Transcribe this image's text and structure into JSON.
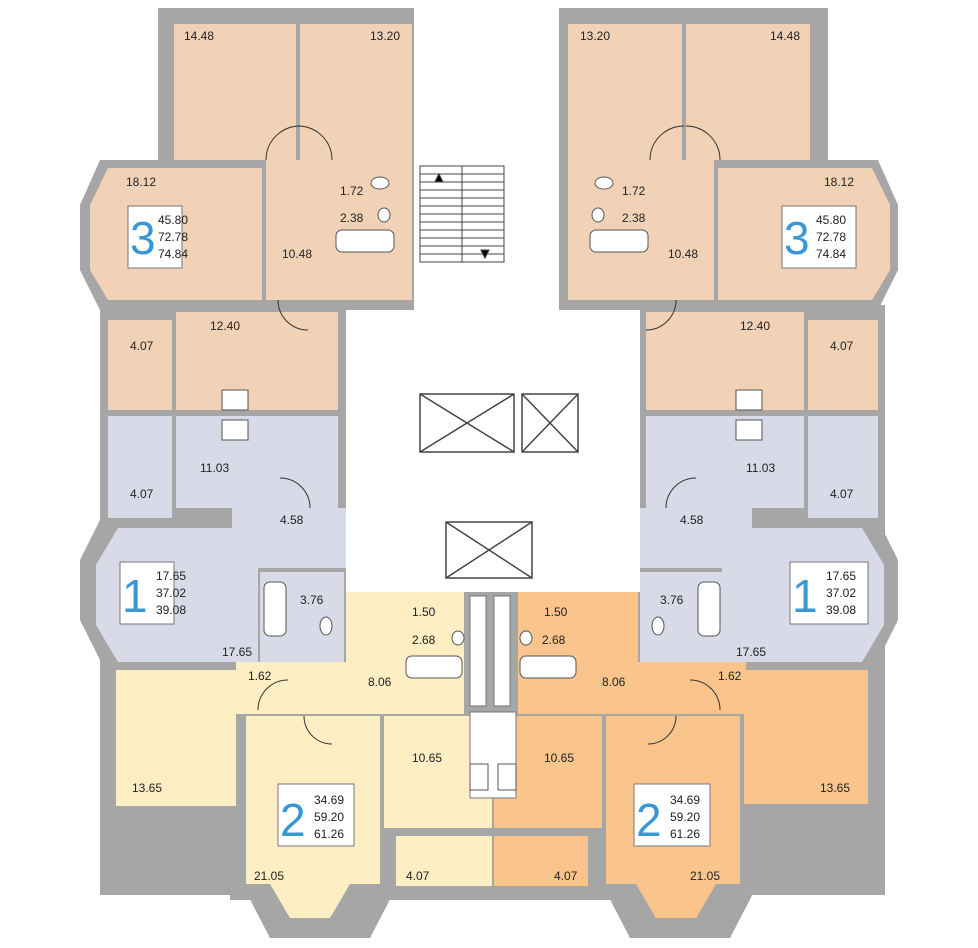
{
  "colors": {
    "apt3": "#f2d2b6",
    "apt1": "#d8dae8",
    "apt2_left": "#fdeec4",
    "apt2_right": "#f9c58d",
    "wall": "#9a9a9a",
    "core": "#ffffff",
    "number": "#3a97d6"
  },
  "apartments": {
    "three_left": {
      "rooms_label": "3",
      "area_living": "45.80",
      "area_total": "72.78",
      "area_full": "74.84"
    },
    "three_right": {
      "rooms_label": "3",
      "area_living": "45.80",
      "area_total": "72.78",
      "area_full": "74.84"
    },
    "one_left": {
      "rooms_label": "1",
      "area_living": "17.65",
      "area_total": "37.02",
      "area_full": "39.08"
    },
    "one_right": {
      "rooms_label": "1",
      "area_living": "17.65",
      "area_total": "37.02",
      "area_full": "39.08"
    },
    "two_left": {
      "rooms_label": "2",
      "area_living": "34.69",
      "area_total": "59.20",
      "area_full": "61.26"
    },
    "two_right": {
      "rooms_label": "2",
      "area_living": "34.69",
      "area_total": "59.20",
      "area_full": "61.26"
    }
  },
  "rooms": {
    "l3_top_left": "14.48",
    "l3_top_right": "13.20",
    "l3_big": "18.12",
    "l3_wc": "1.72",
    "l3_bath": "2.38",
    "l3_hall": "10.48",
    "l3_loggia": "4.07",
    "l3_kitchen": "12.40",
    "r3_top_left": "13.20",
    "r3_top_right": "14.48",
    "r3_big": "18.12",
    "r3_wc": "1.72",
    "r3_bath": "2.38",
    "r3_hall": "10.48",
    "r3_loggia": "4.07",
    "r3_kitchen": "12.40",
    "l1_kitchen": "11.03",
    "l1_loggia": "4.07",
    "l1_hall": "4.58",
    "l1_bath": "3.76",
    "l1_room": "17.65",
    "r1_kitchen": "11.03",
    "r1_loggia": "4.07",
    "r1_hall": "4.58",
    "r1_bath": "3.76",
    "r1_room": "17.65",
    "l2_balcony": "1.62",
    "l2_hall": "8.06",
    "l2_wc": "1.50",
    "l2_bath": "2.68",
    "l2_room_small": "13.65",
    "l2_kitchen": "10.65",
    "l2_room_big": "21.05",
    "l2_loggia": "4.07",
    "r2_balcony": "1.62",
    "r2_hall": "8.06",
    "r2_wc": "1.50",
    "r2_bath": "2.68",
    "r2_room_small": "13.65",
    "r2_kitchen": "10.65",
    "r2_room_big": "21.05",
    "r2_loggia": "4.07"
  }
}
